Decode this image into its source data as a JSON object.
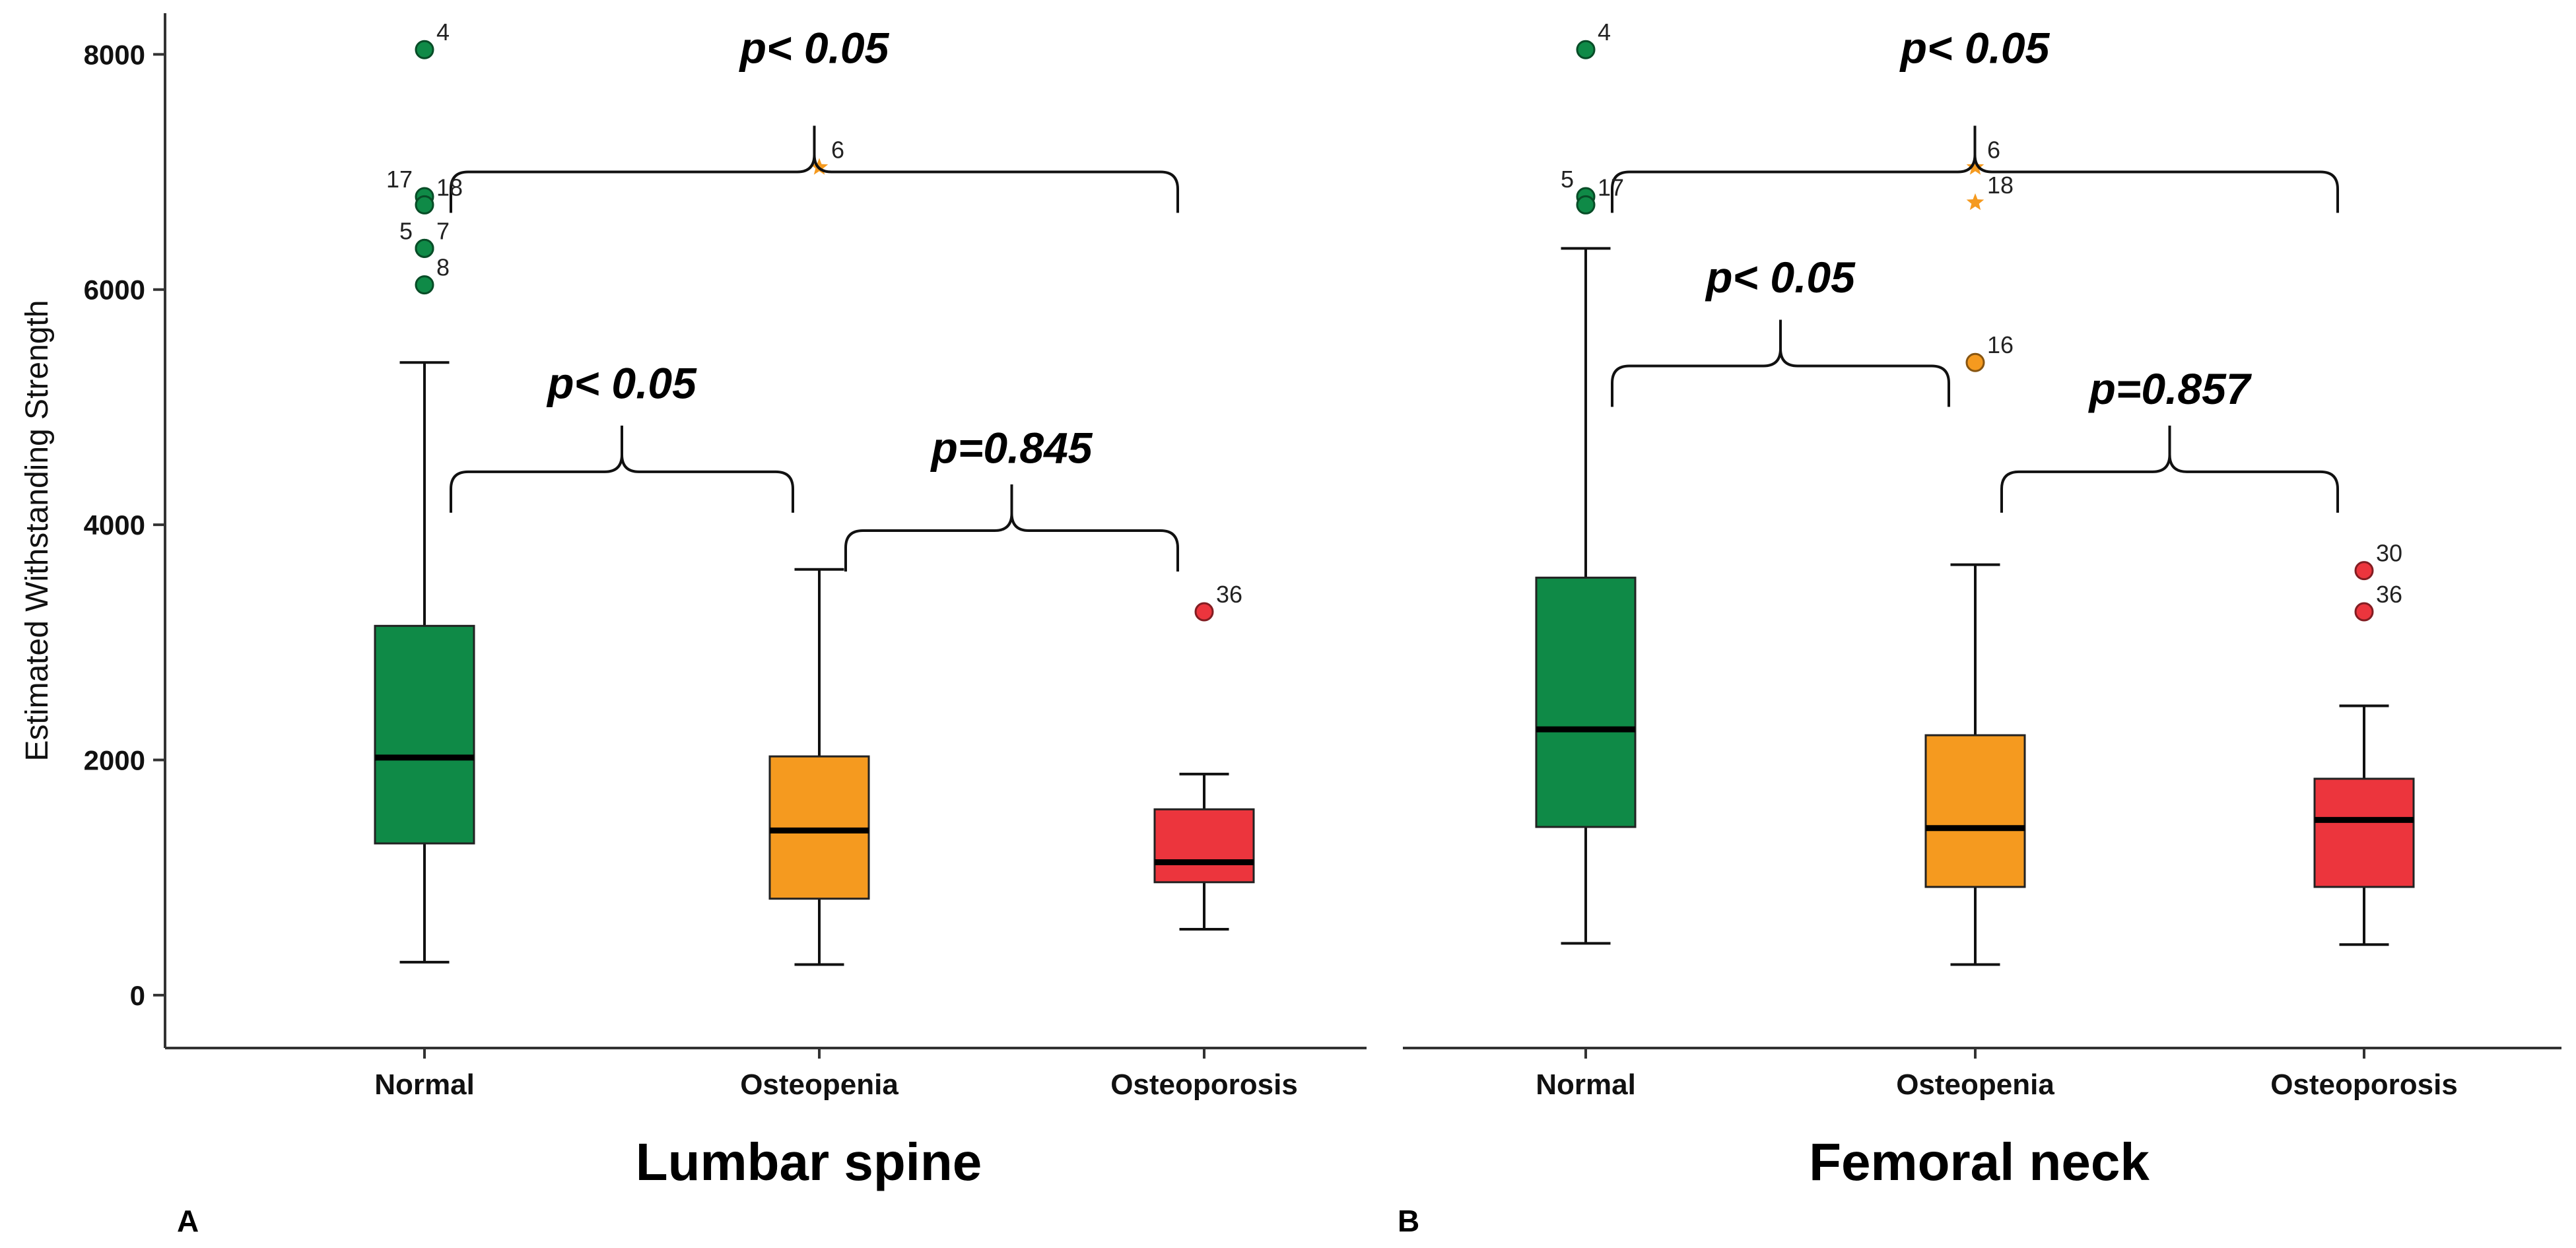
{
  "chart_data": [
    {
      "type": "box",
      "panel_letter": "A",
      "title": "Lumbar spine",
      "ylabel": "Estimated Withstanding Strength",
      "xlabel": "",
      "ylim": [
        -450,
        8350
      ],
      "yticks": [
        0,
        2000,
        4000,
        6000,
        8000
      ],
      "categories": [
        "Normal",
        "Osteopenia",
        "Osteoporosis"
      ],
      "colors": [
        "#0f8a47",
        "#f59a1f",
        "#ec353d"
      ],
      "boxes": [
        {
          "category": "Normal",
          "whisker_low": 280,
          "q1": 1290,
          "median": 2020,
          "q3": 3140,
          "whisker_high": 5380,
          "outliers": [
            {
              "label": "4",
              "value": 8040,
              "kind": "circle"
            },
            {
              "label": "17",
              "value": 6790,
              "kind": "circle"
            },
            {
              "label": "18",
              "value": 6720,
              "kind": "circle"
            },
            {
              "label": "5",
              "value": 6350,
              "kind": "circle"
            },
            {
              "label": "7",
              "value": 6350,
              "kind": "circle"
            },
            {
              "label": "8",
              "value": 6040,
              "kind": "circle"
            }
          ]
        },
        {
          "category": "Osteopenia",
          "whisker_low": 260,
          "q1": 820,
          "median": 1400,
          "q3": 2030,
          "whisker_high": 3620,
          "outliers": [
            {
              "label": "6",
              "value": 7040,
              "kind": "star"
            }
          ]
        },
        {
          "category": "Osteoporosis",
          "whisker_low": 560,
          "q1": 960,
          "median": 1130,
          "q3": 1580,
          "whisker_high": 1880,
          "outliers": [
            {
              "label": "36",
              "value": 3260,
              "kind": "circle"
            }
          ]
        }
      ],
      "comparisons": [
        {
          "from": 0,
          "to": 2,
          "level": 7000,
          "text_value": 8050,
          "label": "p< 0.05"
        },
        {
          "from": 0,
          "to": 1,
          "level": 4450,
          "text_value": 5200,
          "label": "p< 0.05"
        },
        {
          "from": 1,
          "to": 2,
          "level": 3950,
          "text_value": 4650,
          "label": "p=0.845"
        }
      ]
    },
    {
      "type": "box",
      "panel_letter": "B",
      "title": "Femoral neck",
      "ylabel": "",
      "xlabel": "",
      "ylim": [
        -450,
        8350
      ],
      "yticks": [],
      "categories": [
        "Normal",
        "Osteopenia",
        "Osteoporosis"
      ],
      "colors": [
        "#0f8a47",
        "#f59a1f",
        "#ec353d"
      ],
      "boxes": [
        {
          "category": "Normal",
          "whisker_low": 440,
          "q1": 1430,
          "median": 2260,
          "q3": 3550,
          "whisker_high": 6350,
          "outliers": [
            {
              "label": "4",
              "value": 8040,
              "kind": "circle"
            },
            {
              "label": "5",
              "value": 6790,
              "kind": "circle"
            },
            {
              "label": "17",
              "value": 6720,
              "kind": "circle"
            }
          ]
        },
        {
          "category": "Osteopenia",
          "whisker_low": 260,
          "q1": 920,
          "median": 1420,
          "q3": 2210,
          "whisker_high": 3660,
          "outliers": [
            {
              "label": "6",
              "value": 7040,
              "kind": "star"
            },
            {
              "label": "18",
              "value": 6740,
              "kind": "star"
            },
            {
              "label": "16",
              "value": 5380,
              "kind": "circle"
            }
          ]
        },
        {
          "category": "Osteoporosis",
          "whisker_low": 430,
          "q1": 920,
          "median": 1490,
          "q3": 1840,
          "whisker_high": 2460,
          "outliers": [
            {
              "label": "30",
              "value": 3610,
              "kind": "circle"
            },
            {
              "label": "36",
              "value": 3260,
              "kind": "circle"
            }
          ]
        }
      ],
      "comparisons": [
        {
          "from": 0,
          "to": 2,
          "level": 7000,
          "text_value": 8050,
          "label": "p< 0.05"
        },
        {
          "from": 0,
          "to": 1,
          "level": 5350,
          "text_value": 6100,
          "label": "p< 0.05"
        },
        {
          "from": 1,
          "to": 2,
          "level": 4450,
          "text_value": 5150,
          "label": "p=0.857"
        }
      ]
    }
  ]
}
